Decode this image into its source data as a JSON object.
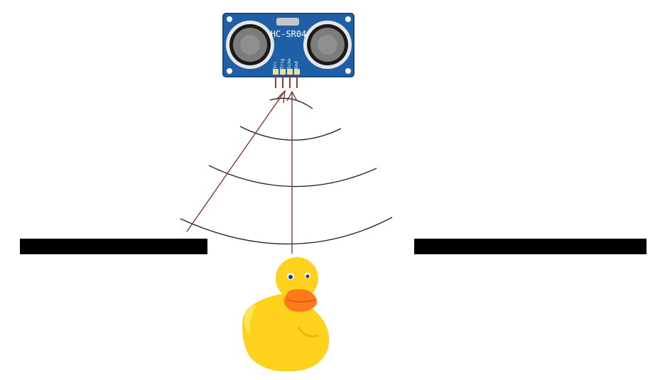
{
  "sensor": {
    "model_label": "HC-SR04",
    "pin_labels": [
      "Vcc",
      "Trig",
      "Echo",
      "Gnd"
    ],
    "board_color": "#1f5fa8",
    "transducer_color": "#8a8a8a"
  },
  "waves": {
    "count": 4,
    "color": "#222222"
  },
  "rays": {
    "count": 2,
    "color": "#7a2a2a"
  },
  "walls": {
    "count": 2,
    "color": "#000000"
  },
  "duck": {
    "body_color": "#ffd21e",
    "beak_color": "#ff7a1a"
  }
}
